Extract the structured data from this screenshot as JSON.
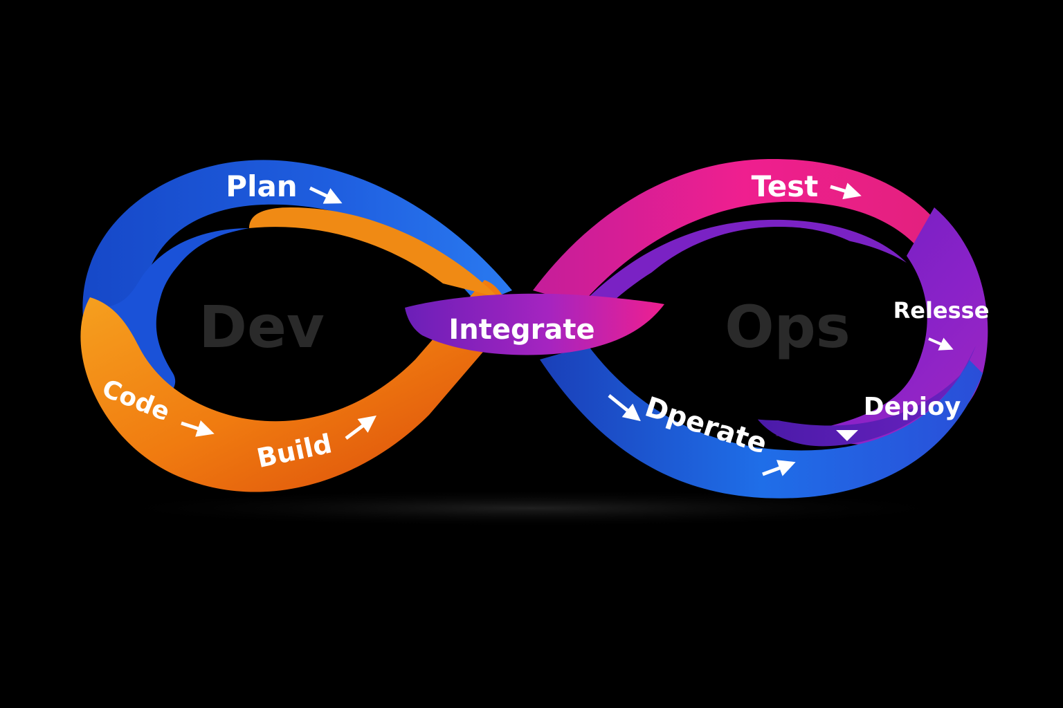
{
  "colors": {
    "background": "#000000",
    "blue": "#1f5fe0",
    "blue_light": "#2a8ef0",
    "orange": "#f07b10",
    "orange_light": "#f6a320",
    "magenta": "#ef1f8f",
    "purple": "#8a22c8",
    "deep_purple": "#5b1fb5",
    "center_text": "#2a2a2a",
    "label_text": "#ffffff"
  },
  "diagram": {
    "left_center_label": "Dev",
    "right_center_label": "Ops",
    "stages": {
      "plan": "Plan",
      "code": "Code",
      "build": "Build",
      "integrate": "Integrate",
      "test": "Test",
      "release": "Relesse",
      "deploy": "Depioy",
      "operate": "Dperate"
    },
    "arrow_icon": "arrow-icon"
  }
}
